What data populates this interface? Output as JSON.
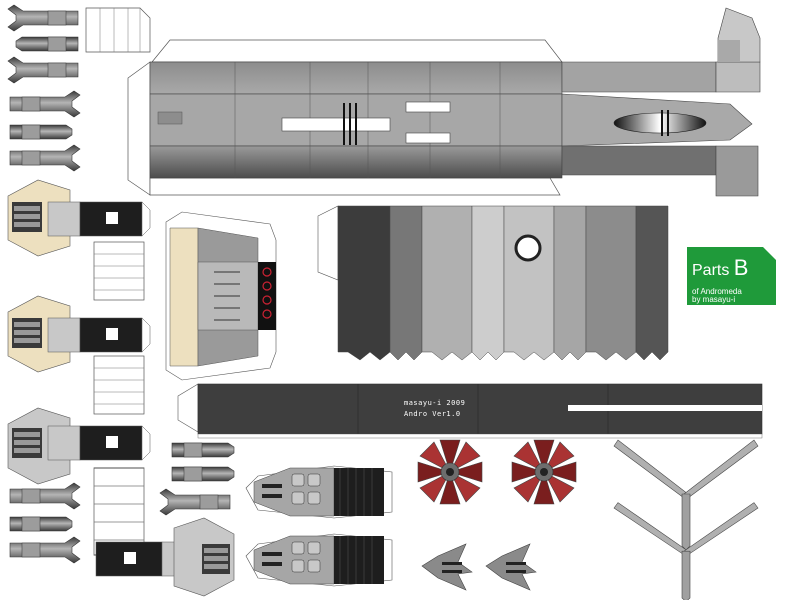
{
  "badge": {
    "title_word": "Parts",
    "title_letter": "B",
    "line1": "of Andromeda",
    "line2": "by masayu-i",
    "color": "#1f9a3a"
  },
  "credit": {
    "line1": "masayu-i 2009",
    "line2": "Andro Ver1.0"
  },
  "palette": {
    "light_gray": "#c8c8c8",
    "mid_gray": "#9a9a9a",
    "dark_gray": "#4a4a4a",
    "black": "#1e1e1e",
    "cream": "#ede0bf",
    "engine_red": "#7a1e1e"
  }
}
